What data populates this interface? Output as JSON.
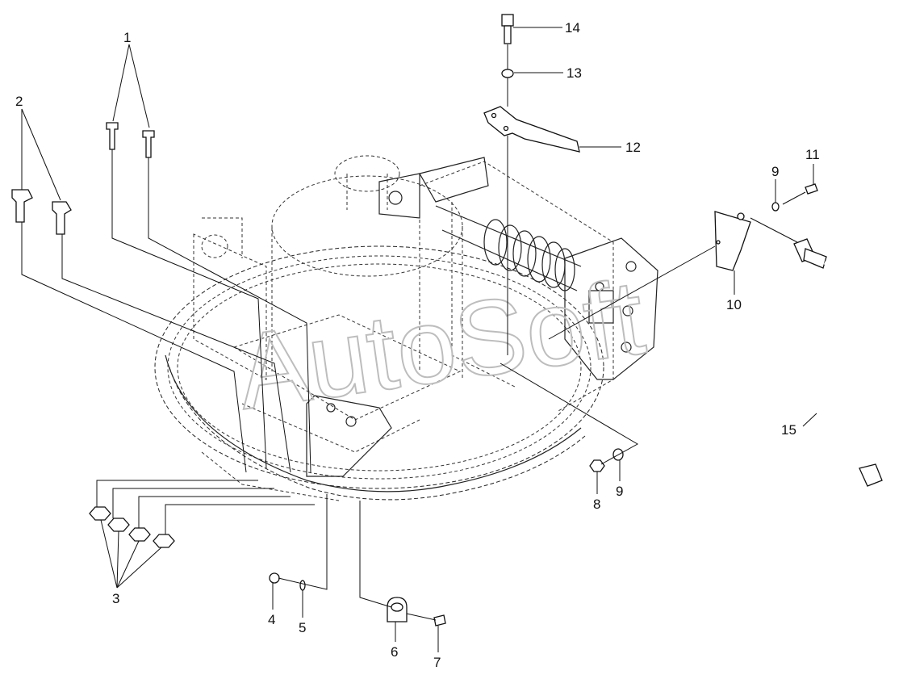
{
  "watermark": "AutoSoft",
  "callouts": [
    "1",
    "2",
    "3",
    "4",
    "5",
    "6",
    "7",
    "8",
    "9",
    "9",
    "10",
    "11",
    "12",
    "13",
    "14",
    "15"
  ]
}
